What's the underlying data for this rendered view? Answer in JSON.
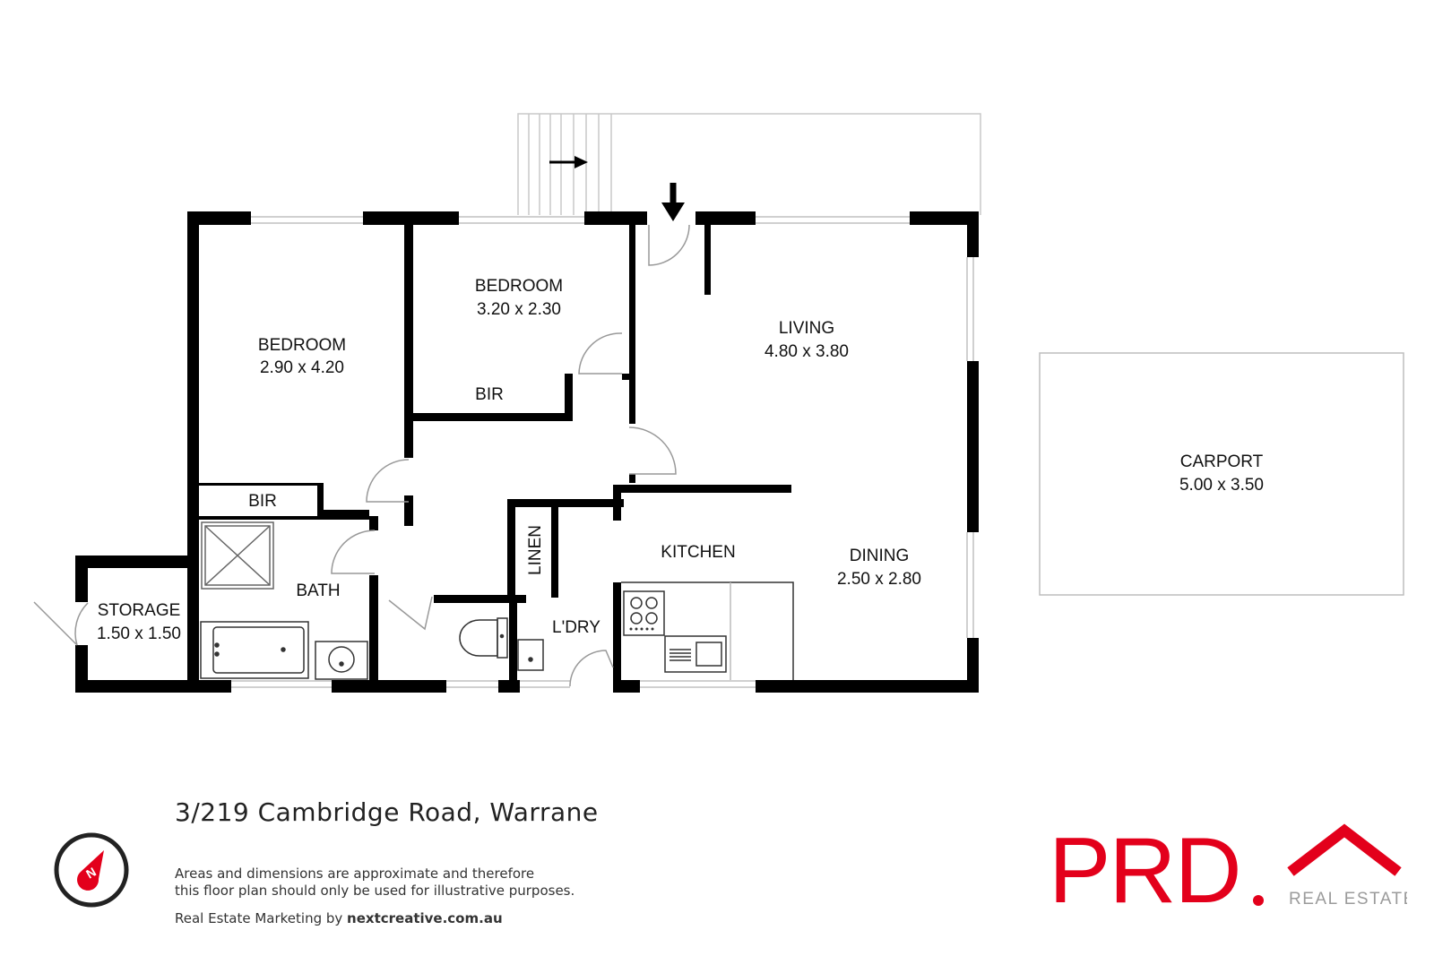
{
  "rooms": {
    "bedroom1": {
      "name": "BEDROOM",
      "dims": "2.90 x 4.20"
    },
    "bedroom2": {
      "name": "BEDROOM",
      "dims": "3.20 x 2.30"
    },
    "living": {
      "name": "LIVING",
      "dims": "4.80 x 3.80"
    },
    "carport": {
      "name": "CARPORT",
      "dims": "5.00 x 3.50"
    },
    "kitchen": {
      "name": "KITCHEN"
    },
    "dining": {
      "name": "DINING",
      "dims": "2.50 x 2.80"
    },
    "storage": {
      "name": "STORAGE",
      "dims": "1.50 x 1.50"
    },
    "bath": {
      "name": "BATH"
    },
    "laundry": {
      "name": "L'DRY"
    },
    "linen": {
      "name": "LINEN"
    },
    "bir1": {
      "name": "BIR"
    },
    "bir2": {
      "name": "BIR"
    }
  },
  "footer": {
    "address": "3/219 Cambridge Road, Warrane",
    "disclaimer_line1": "Areas and dimensions are approximate and therefore",
    "disclaimer_line2": "this floor plan should only be used for illustrative purposes.",
    "credit_prefix": "Real Estate Marketing by ",
    "credit_site": "nextcreative.com.au"
  },
  "compass": {
    "letter": "N",
    "color": "#e3001b"
  },
  "logo": {
    "brand": "PRD",
    "tagline": "REAL ESTATE",
    "color": "#e3001b"
  },
  "colors": {
    "wall": "#000000",
    "thin": "#bbbbbb"
  }
}
